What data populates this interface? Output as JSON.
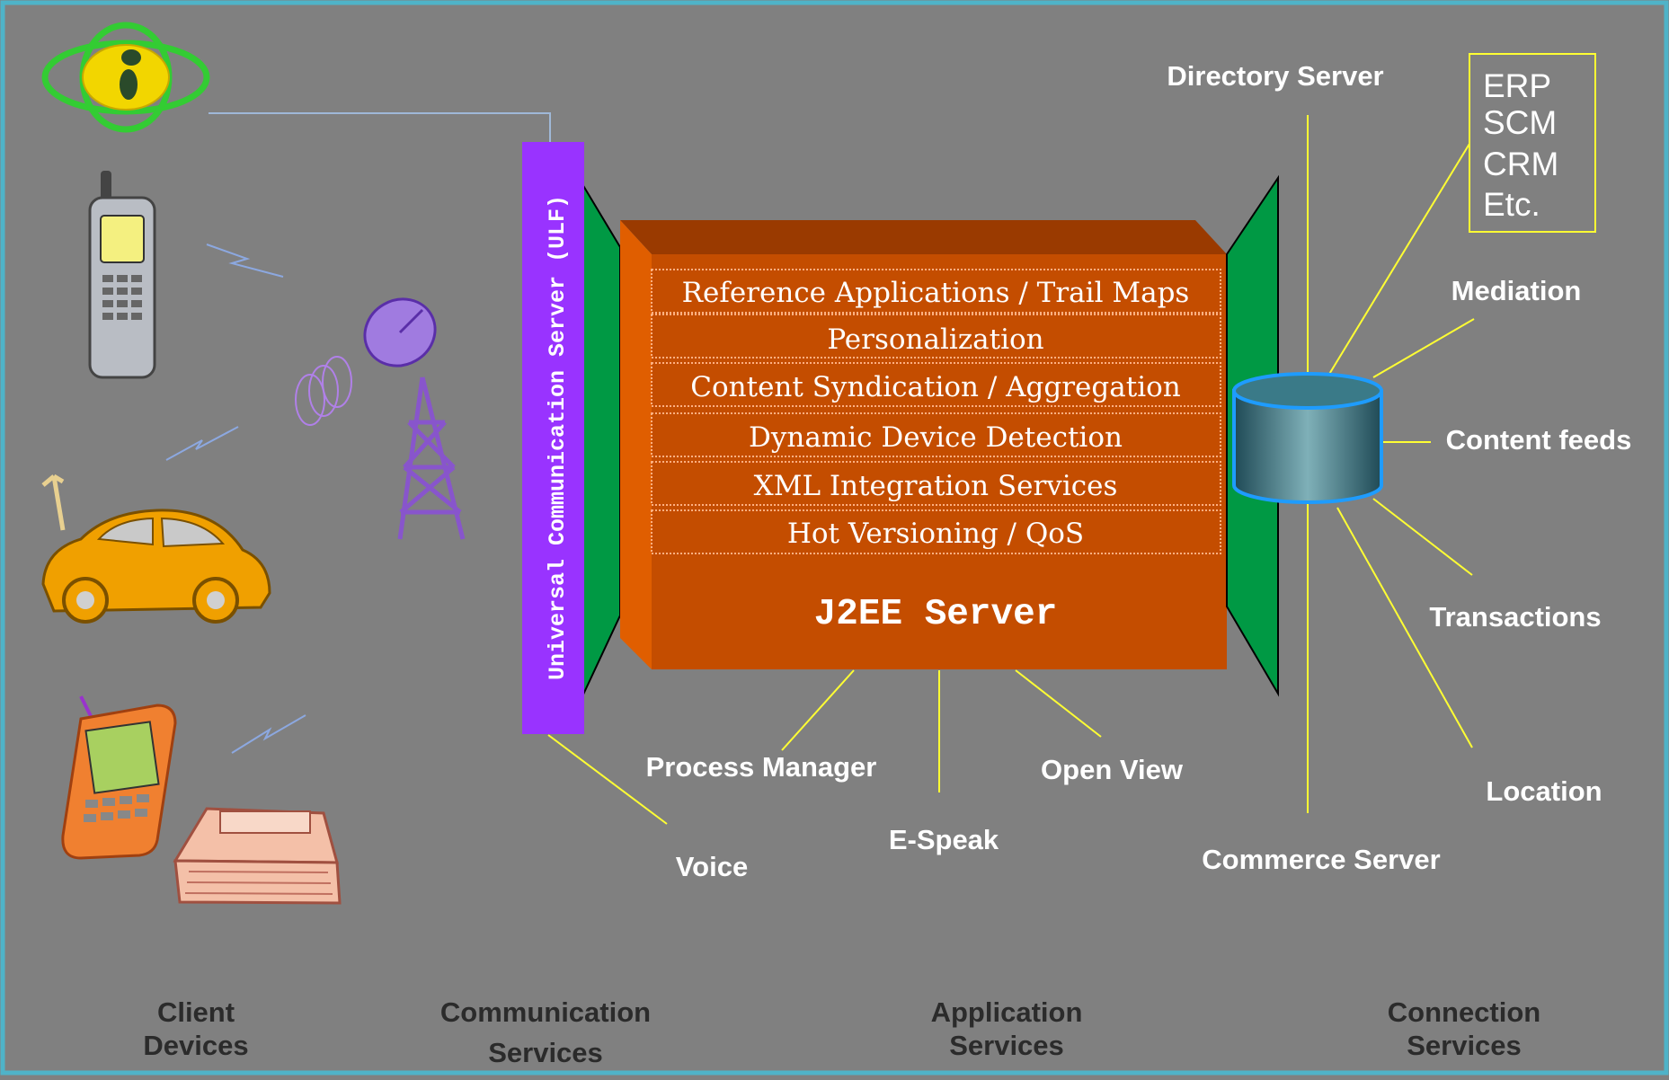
{
  "ucs_bar": {
    "label": "Universal Communication Server (ULF)"
  },
  "j2ee": {
    "layers": [
      "Reference Applications / Trail Maps",
      "Personalization",
      "Content Syndication / Aggregation",
      "Dynamic Device Detection",
      "XML Integration Services",
      "Hot Versioning / QoS"
    ],
    "title": "J2EE Server"
  },
  "app_services": {
    "process_manager": "Process Manager",
    "e_speak": "E-Speak",
    "open_view": "Open View"
  },
  "voice": "Voice",
  "connection": {
    "directory_server": "Directory Server",
    "erp_box": [
      "ERP",
      "SCM",
      "CRM",
      "Etc."
    ],
    "mediation": "Mediation",
    "content_feeds": "Content feeds",
    "transactions": "Transactions",
    "location": "Location",
    "commerce_server": "Commerce Server"
  },
  "columns": {
    "client": [
      "Client",
      "Devices"
    ],
    "communication": [
      "Communication",
      "Services"
    ],
    "application": [
      "Application",
      "Services"
    ],
    "connection": [
      "Connection",
      "Services"
    ]
  },
  "colors": {
    "background": "#808080",
    "frame": "#4fb3c8",
    "purple_bar": "#9933ff",
    "green_panel": "#009944",
    "j2ee_front": "#c44d00",
    "j2ee_top": "#9a3a00",
    "j2ee_side": "#e05e00",
    "connector": "#ffff33"
  },
  "icons": [
    "ibm-logo-icon",
    "mobile-phone-icon",
    "car-icon",
    "pda-icon",
    "laptop-icon",
    "radio-tower-icon",
    "lightning-icon",
    "database-icon"
  ]
}
